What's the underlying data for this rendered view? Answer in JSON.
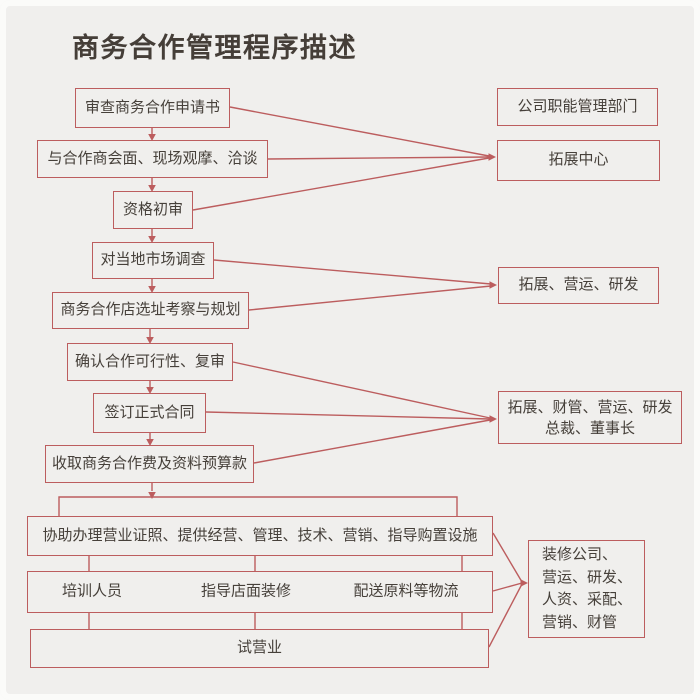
{
  "title": "商务合作管理程序描述",
  "flow": {
    "steps": [
      "审查商务合作申请书",
      "与合作商会面、现场观摩、洽谈",
      "资格初审",
      "对当地市场调查",
      "商务合作店选址考察与规划",
      "确认合作可行性、复审",
      "签订正式合同",
      "收取商务合作费及资料预算款"
    ],
    "execution": {
      "assist": "协助办理营业证照、提供经营、管理、技术、营销、指导购置设施",
      "tasks": [
        "培训人员",
        "指导店面装修",
        "配送原料等物流"
      ],
      "trial": "试营业"
    }
  },
  "responsibility": {
    "header": "公司职能管理部门",
    "stage1": "拓展中心",
    "stage2": "拓展、营运、研发",
    "stage3_line1": "拓展、财管、营运、研发",
    "stage3_line2": "总裁、董事长",
    "stage4_lines": [
      "装修公司、",
      "营运、研发、",
      "人资、采配、",
      "营销、财管"
    ]
  },
  "colors": {
    "accent_red": "#bc5d5e",
    "text": "#46403a",
    "background": "#f0efed"
  }
}
